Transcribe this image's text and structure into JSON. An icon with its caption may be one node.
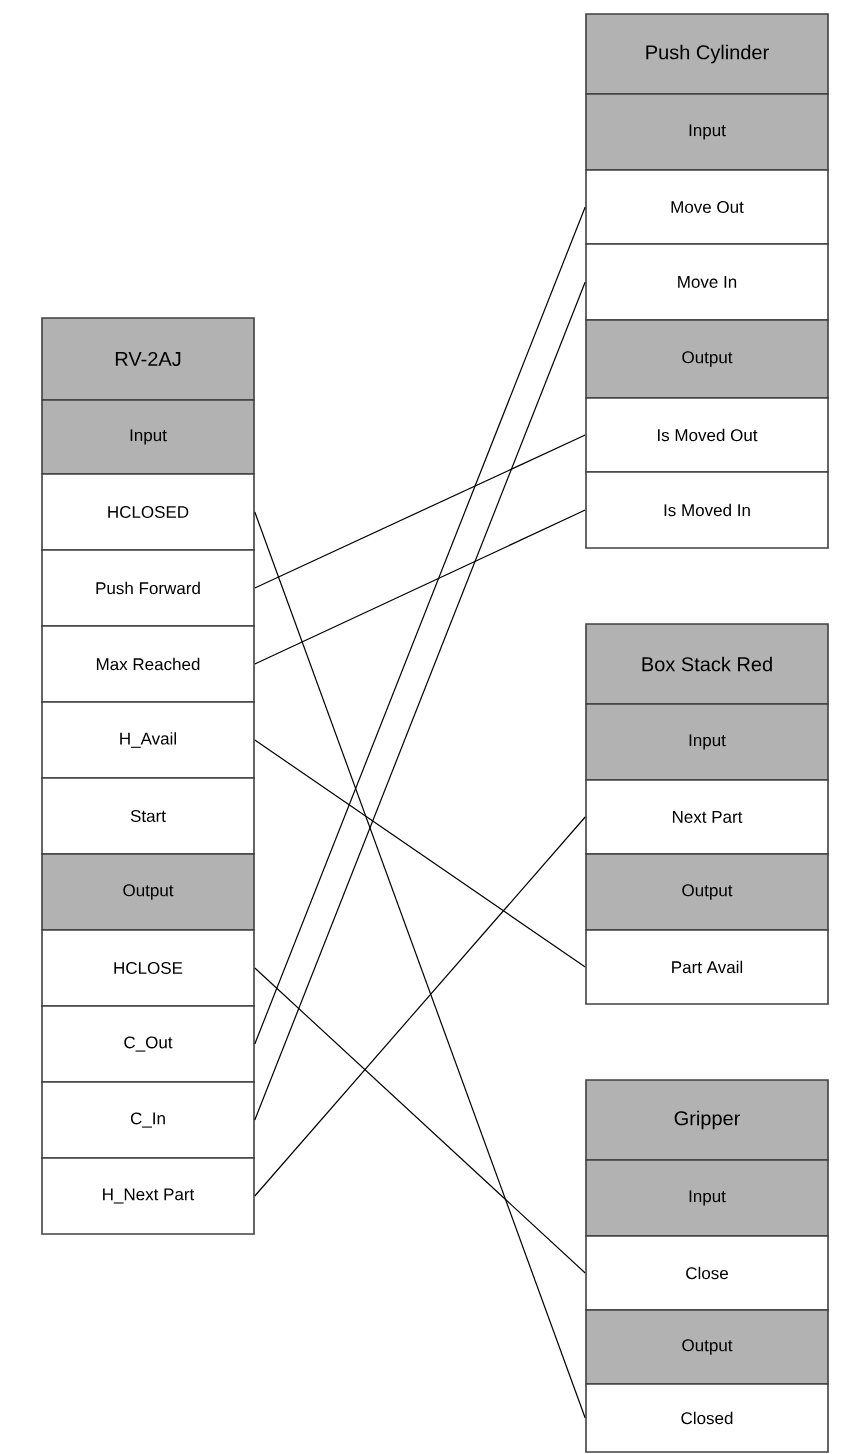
{
  "diagram": {
    "nodes": [
      {
        "text": [
          "RV-2AJ"
        ]
      },
      {
        "text": [
          "Input"
        ]
      },
      {
        "text": [
          "HCLOSED"
        ]
      },
      {
        "text": [
          "Push Forward"
        ]
      },
      {
        "text": [
          "Max Reached"
        ]
      },
      {
        "text": [
          "H_Avail"
        ]
      },
      {
        "text": [
          "Start"
        ]
      },
      {
        "text": [
          "Output"
        ]
      },
      {
        "text": [
          "HCLOSE"
        ]
      },
      {
        "text": [
          "C_Out"
        ]
      },
      {
        "text": [
          "C_In"
        ]
      },
      {
        "text": [
          "H_Next Part"
        ]
      },
      {
        "text": [
          "Push Cylinder"
        ]
      },
      {
        "text": [
          "Input"
        ]
      },
      {
        "text": [
          "Move Out"
        ]
      },
      {
        "text": [
          "Move In"
        ]
      },
      {
        "text": [
          "Output"
        ]
      },
      {
        "text": [
          "Is Moved Out"
        ]
      },
      {
        "text": [
          "Is Moved In"
        ]
      },
      {
        "text": [
          "Box Stack Red"
        ]
      },
      {
        "text": [
          "Input"
        ]
      },
      {
        "text": [
          "Next Part"
        ]
      },
      {
        "text": [
          "Output"
        ]
      },
      {
        "text": [
          "Part Avail"
        ]
      },
      {
        "text": [
          "Gripper"
        ]
      },
      {
        "text": [
          "Input"
        ]
      },
      {
        "text": [
          "Close"
        ]
      },
      {
        "text": [
          "Output"
        ]
      },
      {
        "text": [
          "Closed"
        ]
      }
    ],
    "edges": [
      {
        "from": 2,
        "to": 28,
        "arrow": "none"
      },
      {
        "from": 3,
        "to": 17,
        "arrow": "none"
      },
      {
        "from": 4,
        "to": 18,
        "arrow": "none"
      },
      {
        "from": 5,
        "to": 23,
        "arrow": "none"
      },
      {
        "from": 8,
        "to": 26,
        "arrow": "none"
      },
      {
        "from": 9,
        "to": 14,
        "arrow": "none"
      },
      {
        "from": 10,
        "to": 15,
        "arrow": "none"
      },
      {
        "from": 11,
        "to": 21,
        "arrow": "none"
      }
    ]
  }
}
